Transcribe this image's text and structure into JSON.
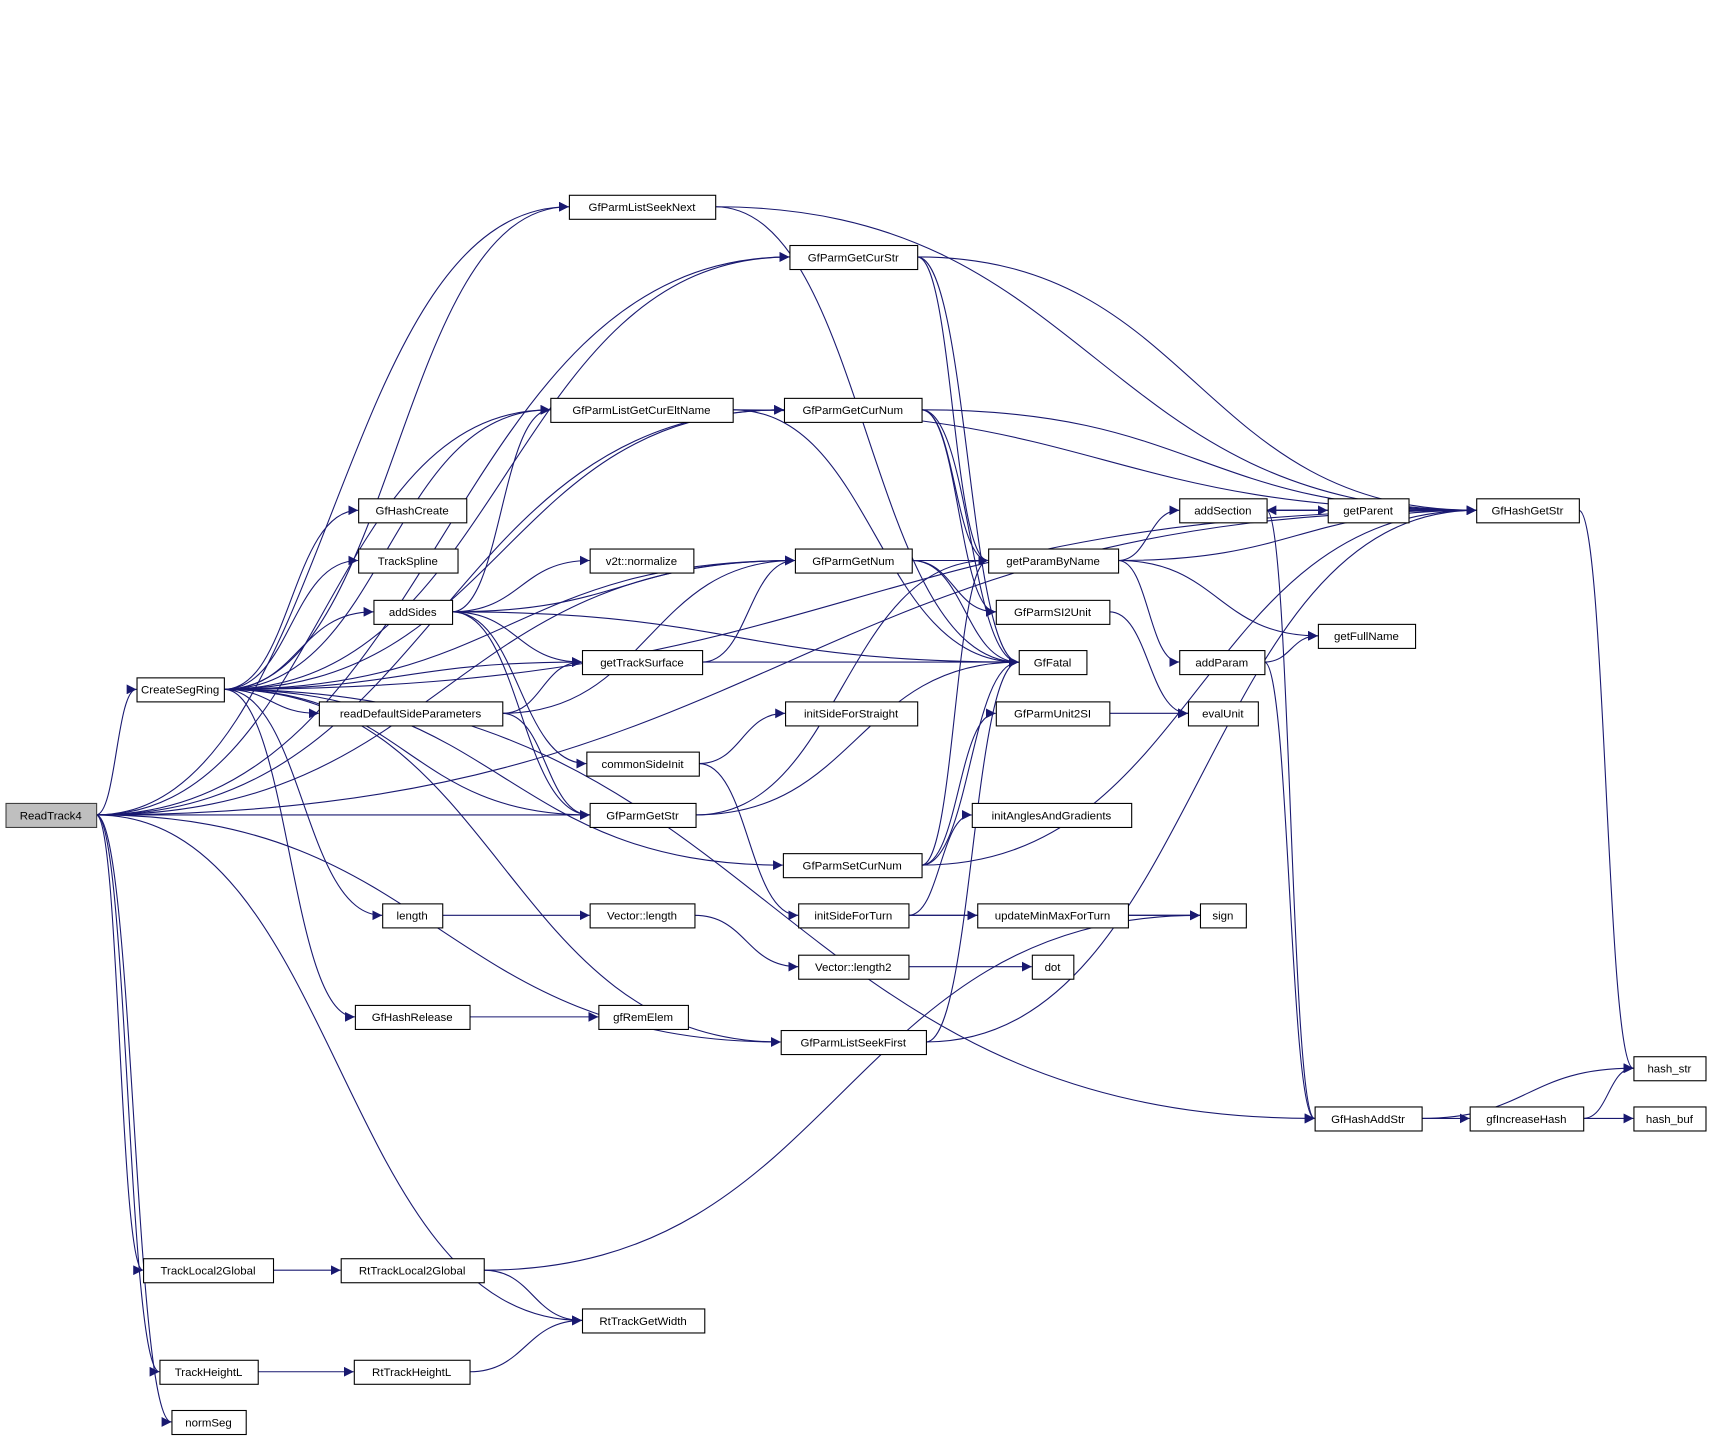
{
  "diagram": {
    "type": "call-graph",
    "root": "ReadTrack4",
    "colors": {
      "edge": "#191970",
      "root_fill": "#bfbfbf",
      "node_fill": "#ffffff",
      "node_border": "#000000"
    },
    "nodes": [
      "ReadTrack4",
      "CreateSegRing",
      "GfParmListSeekNext",
      "GfParmGetCurStr",
      "GfParmListGetCurEltName",
      "GfParmGetCurNum",
      "GfHashCreate",
      "TrackSpline",
      "addSides",
      "v2t::normalize",
      "GfParmGetNum",
      "getParamByName",
      "addSection",
      "getParent",
      "GfHashGetStr",
      "GfParmSI2Unit",
      "getTrackSurface",
      "GfFatal",
      "getFullName",
      "addParam",
      "readDefaultSideParameters",
      "initSideForStraight",
      "GfParmUnit2SI",
      "evalUnit",
      "commonSideInit",
      "GfParmGetStr",
      "initAnglesAndGradients",
      "GfParmSetCurNum",
      "length",
      "Vector::length",
      "initSideForTurn",
      "updateMinMaxForTurn",
      "sign",
      "Vector::length2",
      "dot",
      "GfHashRelease",
      "gfRemElem",
      "GfParmListSeekFirst",
      "hash_str",
      "GfHashAddStr",
      "gfIncreaseHash",
      "hash_buf",
      "TrackLocal2Global",
      "RtTrackLocal2Global",
      "RtTrackGetWidth",
      "TrackHeightL",
      "RtTrackHeightL",
      "normSeg"
    ],
    "edges": [
      [
        "ReadTrack4",
        "CreateSegRing"
      ],
      [
        "ReadTrack4",
        "GfParmListSeekNext"
      ],
      [
        "ReadTrack4",
        "GfParmGetCurStr"
      ],
      [
        "ReadTrack4",
        "GfParmListGetCurEltName"
      ],
      [
        "ReadTrack4",
        "GfParmGetCurNum"
      ],
      [
        "ReadTrack4",
        "GfParmGetNum"
      ],
      [
        "ReadTrack4",
        "GfParmGetStr"
      ],
      [
        "ReadTrack4",
        "GfParmListSeekFirst"
      ],
      [
        "ReadTrack4",
        "GfHashGetStr"
      ],
      [
        "ReadTrack4",
        "TrackLocal2Global"
      ],
      [
        "ReadTrack4",
        "RtTrackGetWidth"
      ],
      [
        "ReadTrack4",
        "TrackHeightL"
      ],
      [
        "ReadTrack4",
        "normSeg"
      ],
      [
        "CreateSegRing",
        "GfParmListSeekNext"
      ],
      [
        "CreateSegRing",
        "GfParmGetCurStr"
      ],
      [
        "CreateSegRing",
        "GfParmListGetCurEltName"
      ],
      [
        "CreateSegRing",
        "GfParmGetCurNum"
      ],
      [
        "CreateSegRing",
        "GfParmGetNum"
      ],
      [
        "CreateSegRing",
        "GfHashCreate"
      ],
      [
        "CreateSegRing",
        "TrackSpline"
      ],
      [
        "CreateSegRing",
        "addSides"
      ],
      [
        "CreateSegRing",
        "getTrackSurface"
      ],
      [
        "CreateSegRing",
        "readDefaultSideParameters"
      ],
      [
        "CreateSegRing",
        "GfParmGetStr"
      ],
      [
        "CreateSegRing",
        "GfParmSetCurNum"
      ],
      [
        "CreateSegRing",
        "length"
      ],
      [
        "CreateSegRing",
        "GfHashRelease"
      ],
      [
        "CreateSegRing",
        "GfParmListSeekFirst"
      ],
      [
        "CreateSegRing",
        "GfHashAddStr"
      ],
      [
        "CreateSegRing",
        "GfHashGetStr"
      ],
      [
        "GfParmListSeekNext",
        "GfHashGetStr"
      ],
      [
        "GfParmListSeekNext",
        "GfFatal"
      ],
      [
        "GfParmGetCurStr",
        "GfHashGetStr"
      ],
      [
        "GfParmGetCurStr",
        "getParamByName"
      ],
      [
        "GfParmGetCurStr",
        "GfFatal"
      ],
      [
        "GfParmListGetCurEltName",
        "GfHashGetStr"
      ],
      [
        "GfParmListGetCurEltName",
        "GfFatal"
      ],
      [
        "GfParmGetCurNum",
        "GfHashGetStr"
      ],
      [
        "GfParmGetCurNum",
        "getParamByName"
      ],
      [
        "GfParmGetCurNum",
        "GfFatal"
      ],
      [
        "GfParmGetCurNum",
        "GfParmSI2Unit"
      ],
      [
        "addSides",
        "GfParmListGetCurEltName"
      ],
      [
        "addSides",
        "GfParmGetNum"
      ],
      [
        "addSides",
        "v2t::normalize"
      ],
      [
        "addSides",
        "getTrackSurface"
      ],
      [
        "addSides",
        "GfFatal"
      ],
      [
        "addSides",
        "GfParmGetStr"
      ],
      [
        "addSides",
        "commonSideInit"
      ],
      [
        "GfParmGetNum",
        "getParamByName"
      ],
      [
        "GfParmGetNum",
        "GfParmSI2Unit"
      ],
      [
        "GfParmGetNum",
        "GfFatal"
      ],
      [
        "getParamByName",
        "addSection"
      ],
      [
        "getParamByName",
        "GfHashGetStr"
      ],
      [
        "getParamByName",
        "getFullName"
      ],
      [
        "getParamByName",
        "addParam"
      ],
      [
        "addSection",
        "getParent"
      ],
      [
        "addSection",
        "GfHashGetStr"
      ],
      [
        "addSection",
        "GfHashAddStr"
      ],
      [
        "getParent",
        "addSection"
      ],
      [
        "getParent",
        "GfHashGetStr"
      ],
      [
        "GfHashGetStr",
        "hash_str"
      ],
      [
        "GfParmSI2Unit",
        "evalUnit"
      ],
      [
        "getTrackSurface",
        "GfParmGetNum"
      ],
      [
        "getTrackSurface",
        "GfFatal"
      ],
      [
        "addParam",
        "getFullName"
      ],
      [
        "addParam",
        "GfHashAddStr"
      ],
      [
        "readDefaultSideParameters",
        "getTrackSurface"
      ],
      [
        "readDefaultSideParameters",
        "GfParmGetNum"
      ],
      [
        "readDefaultSideParameters",
        "GfParmGetStr"
      ],
      [
        "GfParmUnit2SI",
        "evalUnit"
      ],
      [
        "commonSideInit",
        "initSideForStraight"
      ],
      [
        "commonSideInit",
        "initSideForTurn"
      ],
      [
        "GfParmGetStr",
        "getParamByName"
      ],
      [
        "GfParmGetStr",
        "GfFatal"
      ],
      [
        "GfParmSetCurNum",
        "getParamByName"
      ],
      [
        "GfParmSetCurNum",
        "GfFatal"
      ],
      [
        "GfParmSetCurNum",
        "GfParmUnit2SI"
      ],
      [
        "GfParmSetCurNum",
        "GfHashGetStr"
      ],
      [
        "initSideForTurn",
        "initAnglesAndGradients"
      ],
      [
        "initSideForTurn",
        "updateMinMaxForTurn"
      ],
      [
        "initSideForTurn",
        "sign"
      ],
      [
        "updateMinMaxForTurn",
        "sign"
      ],
      [
        "length",
        "Vector::length"
      ],
      [
        "Vector::length",
        "Vector::length2"
      ],
      [
        "Vector::length2",
        "dot"
      ],
      [
        "GfHashRelease",
        "gfRemElem"
      ],
      [
        "GfParmListSeekFirst",
        "GfHashGetStr"
      ],
      [
        "GfParmListSeekFirst",
        "GfFatal"
      ],
      [
        "GfHashAddStr",
        "hash_str"
      ],
      [
        "GfHashAddStr",
        "gfIncreaseHash"
      ],
      [
        "gfIncreaseHash",
        "hash_str"
      ],
      [
        "gfIncreaseHash",
        "hash_buf"
      ],
      [
        "TrackLocal2Global",
        "RtTrackLocal2Global"
      ],
      [
        "RtTrackLocal2Global",
        "RtTrackGetWidth"
      ],
      [
        "RtTrackLocal2Global",
        "sign"
      ],
      [
        "TrackHeightL",
        "RtTrackHeightL"
      ],
      [
        "RtTrackHeightL",
        "RtTrackGetWidth"
      ]
    ]
  }
}
